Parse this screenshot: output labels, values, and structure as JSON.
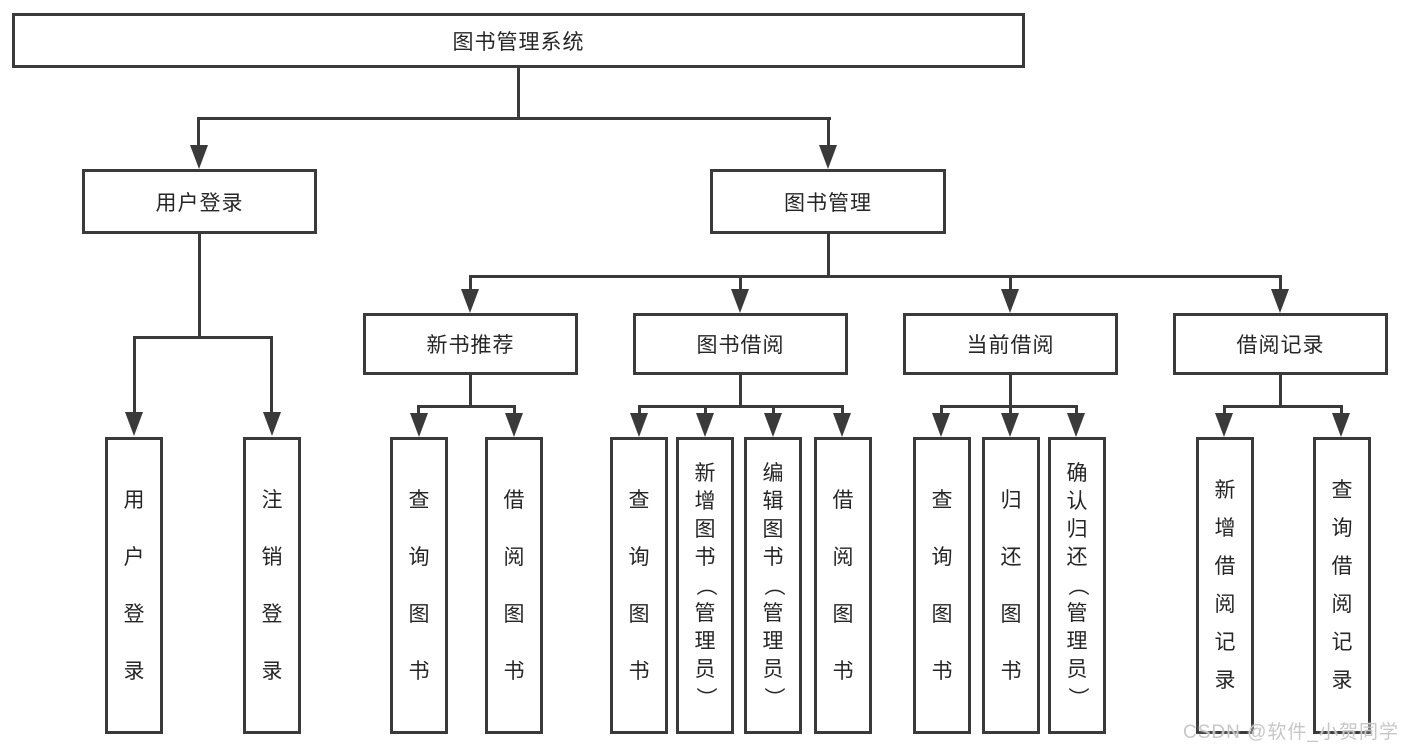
{
  "diagram": {
    "type": "hierarchy-tree",
    "colors": {
      "background": "#ffffff",
      "line": "#3a3a3a",
      "box_border": "#3a3a3a",
      "text": "#262626",
      "watermark": "#c7c7c7"
    },
    "tree": {
      "root": {
        "label": "图书管理系统"
      },
      "branches": [
        {
          "label": "用户登录",
          "leaves": [
            {
              "label": "用户登录"
            },
            {
              "label": "注销登录"
            }
          ]
        },
        {
          "label": "图书管理",
          "groups": [
            {
              "label": "新书推荐",
              "leaves": [
                {
                  "label": "查询图书"
                },
                {
                  "label": "借阅图书"
                }
              ]
            },
            {
              "label": "图书借阅",
              "leaves": [
                {
                  "label": "查询图书"
                },
                {
                  "label": "新增图书（管理员）"
                },
                {
                  "label": "编辑图书（管理员）"
                },
                {
                  "label": "借阅图书"
                }
              ]
            },
            {
              "label": "当前借阅",
              "leaves": [
                {
                  "label": "查询图书"
                },
                {
                  "label": "归还图书"
                },
                {
                  "label": "确认归还（管理员）"
                }
              ]
            },
            {
              "label": "借阅记录",
              "leaves": [
                {
                  "label": "新增借阅记录"
                },
                {
                  "label": "查询借阅记录"
                }
              ]
            }
          ]
        }
      ]
    },
    "watermark": "CSDN @软件_小贺同学"
  }
}
